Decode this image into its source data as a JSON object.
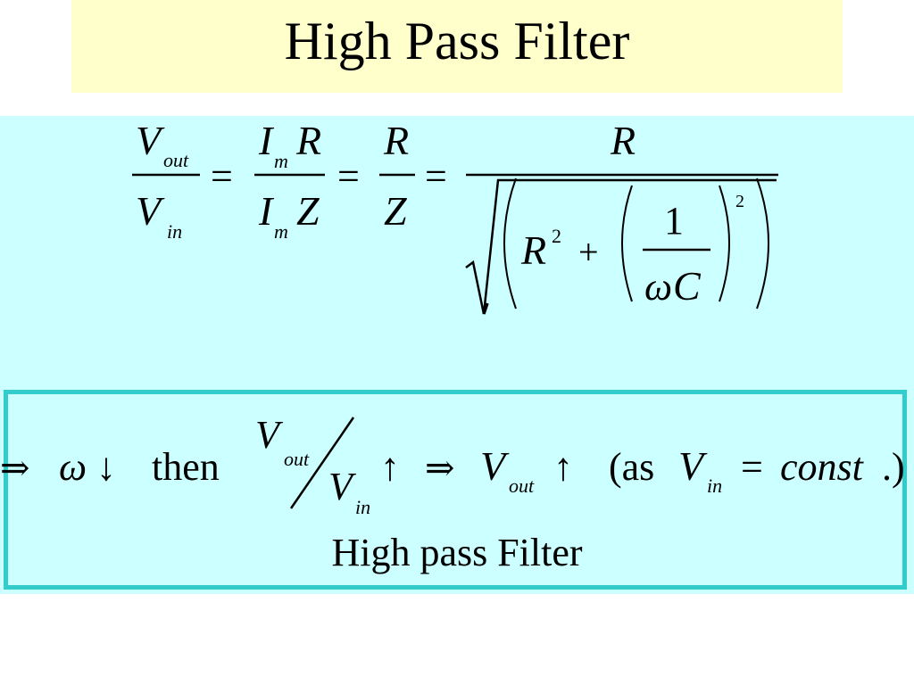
{
  "slide": {
    "title": "High Pass Filter"
  },
  "equation": {
    "v": "V",
    "out": "out",
    "in": "in",
    "i": "I",
    "m": "m",
    "r": "R",
    "z": "Z",
    "equals": "=",
    "one": "1",
    "omega": "ω",
    "c": "C",
    "plus": "+",
    "square": "2"
  },
  "conclusion": {
    "implies": "⇒",
    "omega": "ω",
    "down_arrow": "↓",
    "then": "then",
    "v": "V",
    "out": "out",
    "in": "in",
    "up_arrow": "↑",
    "open_paren": "(as",
    "equals": "=",
    "const": "const",
    "close": ".)",
    "caption": "High pass Filter"
  },
  "colors": {
    "title_background": "#ffffcc",
    "panel_background": "#ccffff",
    "box_border": "#33cccc"
  }
}
